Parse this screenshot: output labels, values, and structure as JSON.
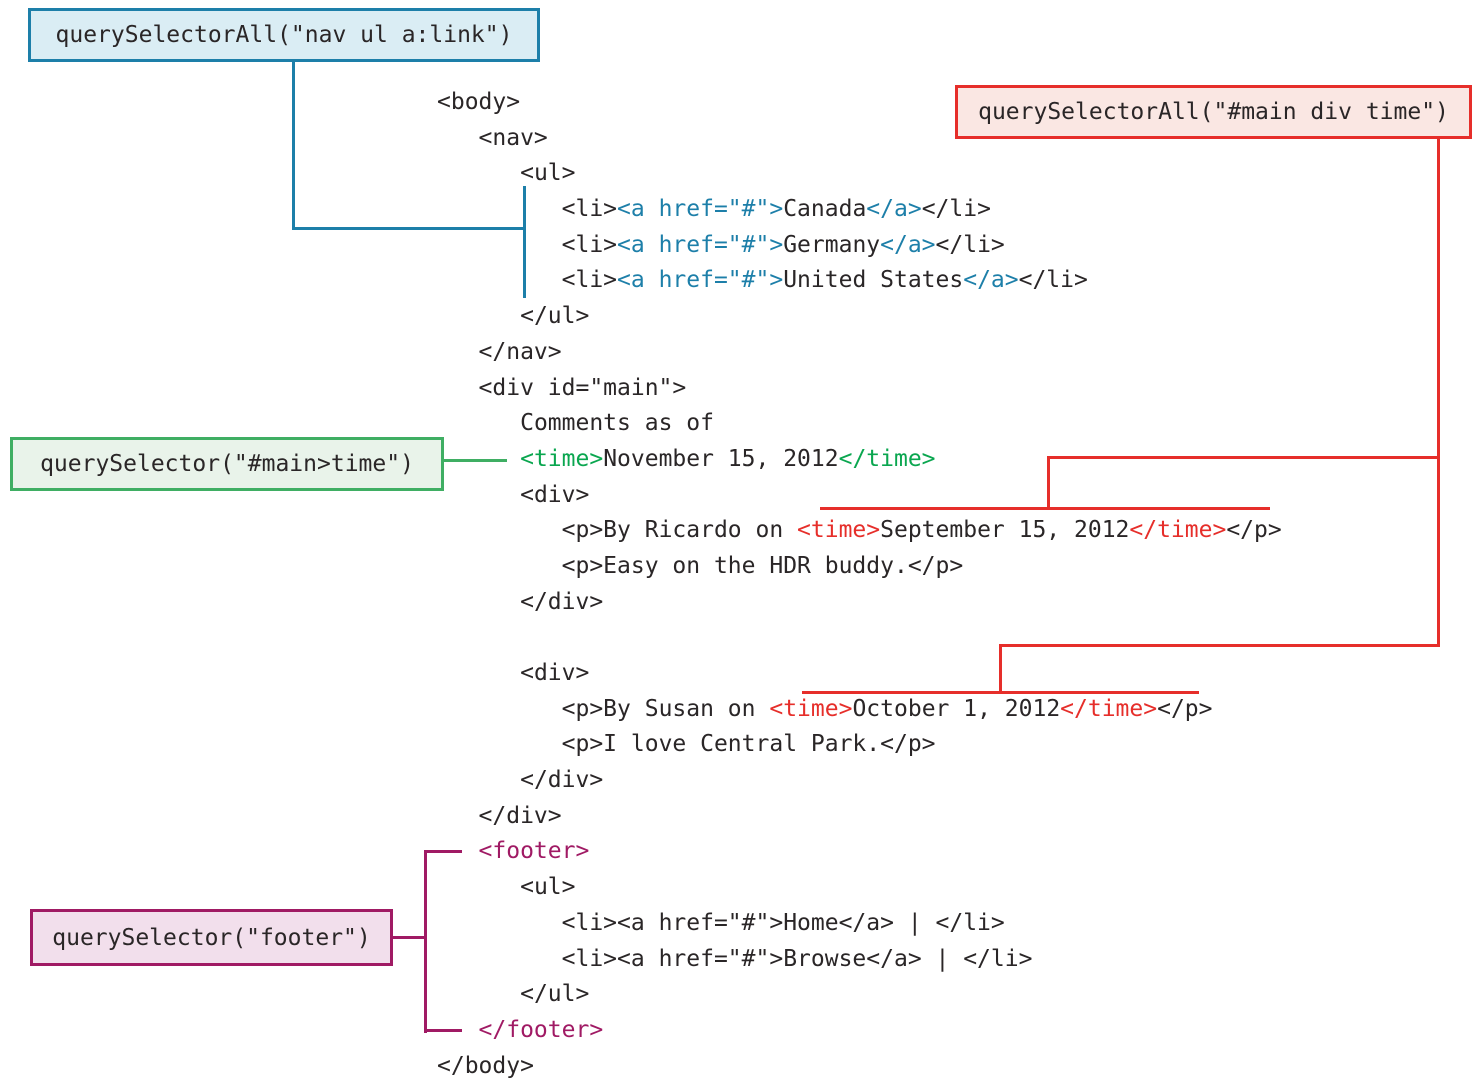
{
  "figure": {
    "description_colors": {
      "blue_accent": "#1d7fa9",
      "blue_fill": "#daedf4",
      "red_accent": "#e62e2a",
      "red_fill": "#fae7e3",
      "green_accent": "#3fae63",
      "green_text": "#0aa64f",
      "green_fill": "#e9f3ea",
      "purple_accent": "#a01a64",
      "purple_fill": "#f2dfec",
      "code_text": "#2a2627"
    }
  },
  "callouts": {
    "nav_links": {
      "label": "querySelectorAll(\"nav ul a:link\")"
    },
    "main_div_time": {
      "label": "querySelectorAll(\"#main div time\")"
    },
    "main_time": {
      "label": "querySelector(\"#main>time\")"
    },
    "footer": {
      "label": "querySelector(\"footer\")"
    }
  },
  "code": {
    "lines": [
      {
        "indent": 0,
        "segments": [
          {
            "t": "<body>",
            "c": "k"
          }
        ]
      },
      {
        "indent": 3,
        "segments": [
          {
            "t": "<nav>",
            "c": "k"
          }
        ]
      },
      {
        "indent": 6,
        "segments": [
          {
            "t": "<ul>",
            "c": "k"
          }
        ]
      },
      {
        "indent": 9,
        "segments": [
          {
            "t": "<li>",
            "c": "k"
          },
          {
            "t": "<a href=\"#\">",
            "c": "b"
          },
          {
            "t": "Canada",
            "c": "k"
          },
          {
            "t": "</a>",
            "c": "b"
          },
          {
            "t": "</li>",
            "c": "k"
          }
        ]
      },
      {
        "indent": 9,
        "segments": [
          {
            "t": "<li>",
            "c": "k"
          },
          {
            "t": "<a href=\"#\">",
            "c": "b"
          },
          {
            "t": "Germany",
            "c": "k"
          },
          {
            "t": "</a>",
            "c": "b"
          },
          {
            "t": "</li>",
            "c": "k"
          }
        ]
      },
      {
        "indent": 9,
        "segments": [
          {
            "t": "<li>",
            "c": "k"
          },
          {
            "t": "<a href=\"#\">",
            "c": "b"
          },
          {
            "t": "United States",
            "c": "k"
          },
          {
            "t": "</a>",
            "c": "b"
          },
          {
            "t": "</li>",
            "c": "k"
          }
        ]
      },
      {
        "indent": 6,
        "segments": [
          {
            "t": "</ul>",
            "c": "k"
          }
        ]
      },
      {
        "indent": 3,
        "segments": [
          {
            "t": "</nav>",
            "c": "k"
          }
        ]
      },
      {
        "indent": 3,
        "segments": [
          {
            "t": "<div id=\"main\">",
            "c": "k"
          }
        ]
      },
      {
        "indent": 6,
        "segments": [
          {
            "t": "Comments as of",
            "c": "k"
          }
        ]
      },
      {
        "indent": 6,
        "segments": [
          {
            "t": "<time>",
            "c": "g"
          },
          {
            "t": "November 15, 2012",
            "c": "k"
          },
          {
            "t": "</time>",
            "c": "g"
          }
        ]
      },
      {
        "indent": 6,
        "segments": [
          {
            "t": "<div>",
            "c": "k"
          }
        ]
      },
      {
        "indent": 9,
        "segments": [
          {
            "t": "<p>By Ricardo on ",
            "c": "k"
          },
          {
            "t": "<time>",
            "c": "r"
          },
          {
            "t": "September 15, 2012",
            "c": "k"
          },
          {
            "t": "</time>",
            "c": "r"
          },
          {
            "t": "</p>",
            "c": "k"
          }
        ]
      },
      {
        "indent": 9,
        "segments": [
          {
            "t": "<p>Easy on the HDR buddy.</p>",
            "c": "k"
          }
        ]
      },
      {
        "indent": 6,
        "segments": [
          {
            "t": "</div>",
            "c": "k"
          }
        ]
      },
      {
        "indent": 0,
        "segments": []
      },
      {
        "indent": 6,
        "segments": [
          {
            "t": "<div>",
            "c": "k"
          }
        ]
      },
      {
        "indent": 9,
        "segments": [
          {
            "t": "<p>By Susan on ",
            "c": "k"
          },
          {
            "t": "<time>",
            "c": "r"
          },
          {
            "t": "October 1, 2012",
            "c": "k"
          },
          {
            "t": "</time>",
            "c": "r"
          },
          {
            "t": "</p>",
            "c": "k"
          }
        ]
      },
      {
        "indent": 9,
        "segments": [
          {
            "t": "<p>I love Central Park.</p>",
            "c": "k"
          }
        ]
      },
      {
        "indent": 6,
        "segments": [
          {
            "t": "</div>",
            "c": "k"
          }
        ]
      },
      {
        "indent": 3,
        "segments": [
          {
            "t": "</div>",
            "c": "k"
          }
        ]
      },
      {
        "indent": 3,
        "segments": [
          {
            "t": "<footer>",
            "c": "p"
          }
        ]
      },
      {
        "indent": 6,
        "segments": [
          {
            "t": "<ul>",
            "c": "k"
          }
        ]
      },
      {
        "indent": 9,
        "segments": [
          {
            "t": "<li><a href=\"#\">Home</a> | </li>",
            "c": "k"
          }
        ]
      },
      {
        "indent": 9,
        "segments": [
          {
            "t": "<li><a href=\"#\">Browse</a> | </li>",
            "c": "k"
          }
        ]
      },
      {
        "indent": 6,
        "segments": [
          {
            "t": "</ul>",
            "c": "k"
          }
        ]
      },
      {
        "indent": 3,
        "segments": [
          {
            "t": "</footer>",
            "c": "p"
          }
        ]
      },
      {
        "indent": 0,
        "segments": [
          {
            "t": "</body>",
            "c": "k"
          }
        ]
      }
    ]
  }
}
